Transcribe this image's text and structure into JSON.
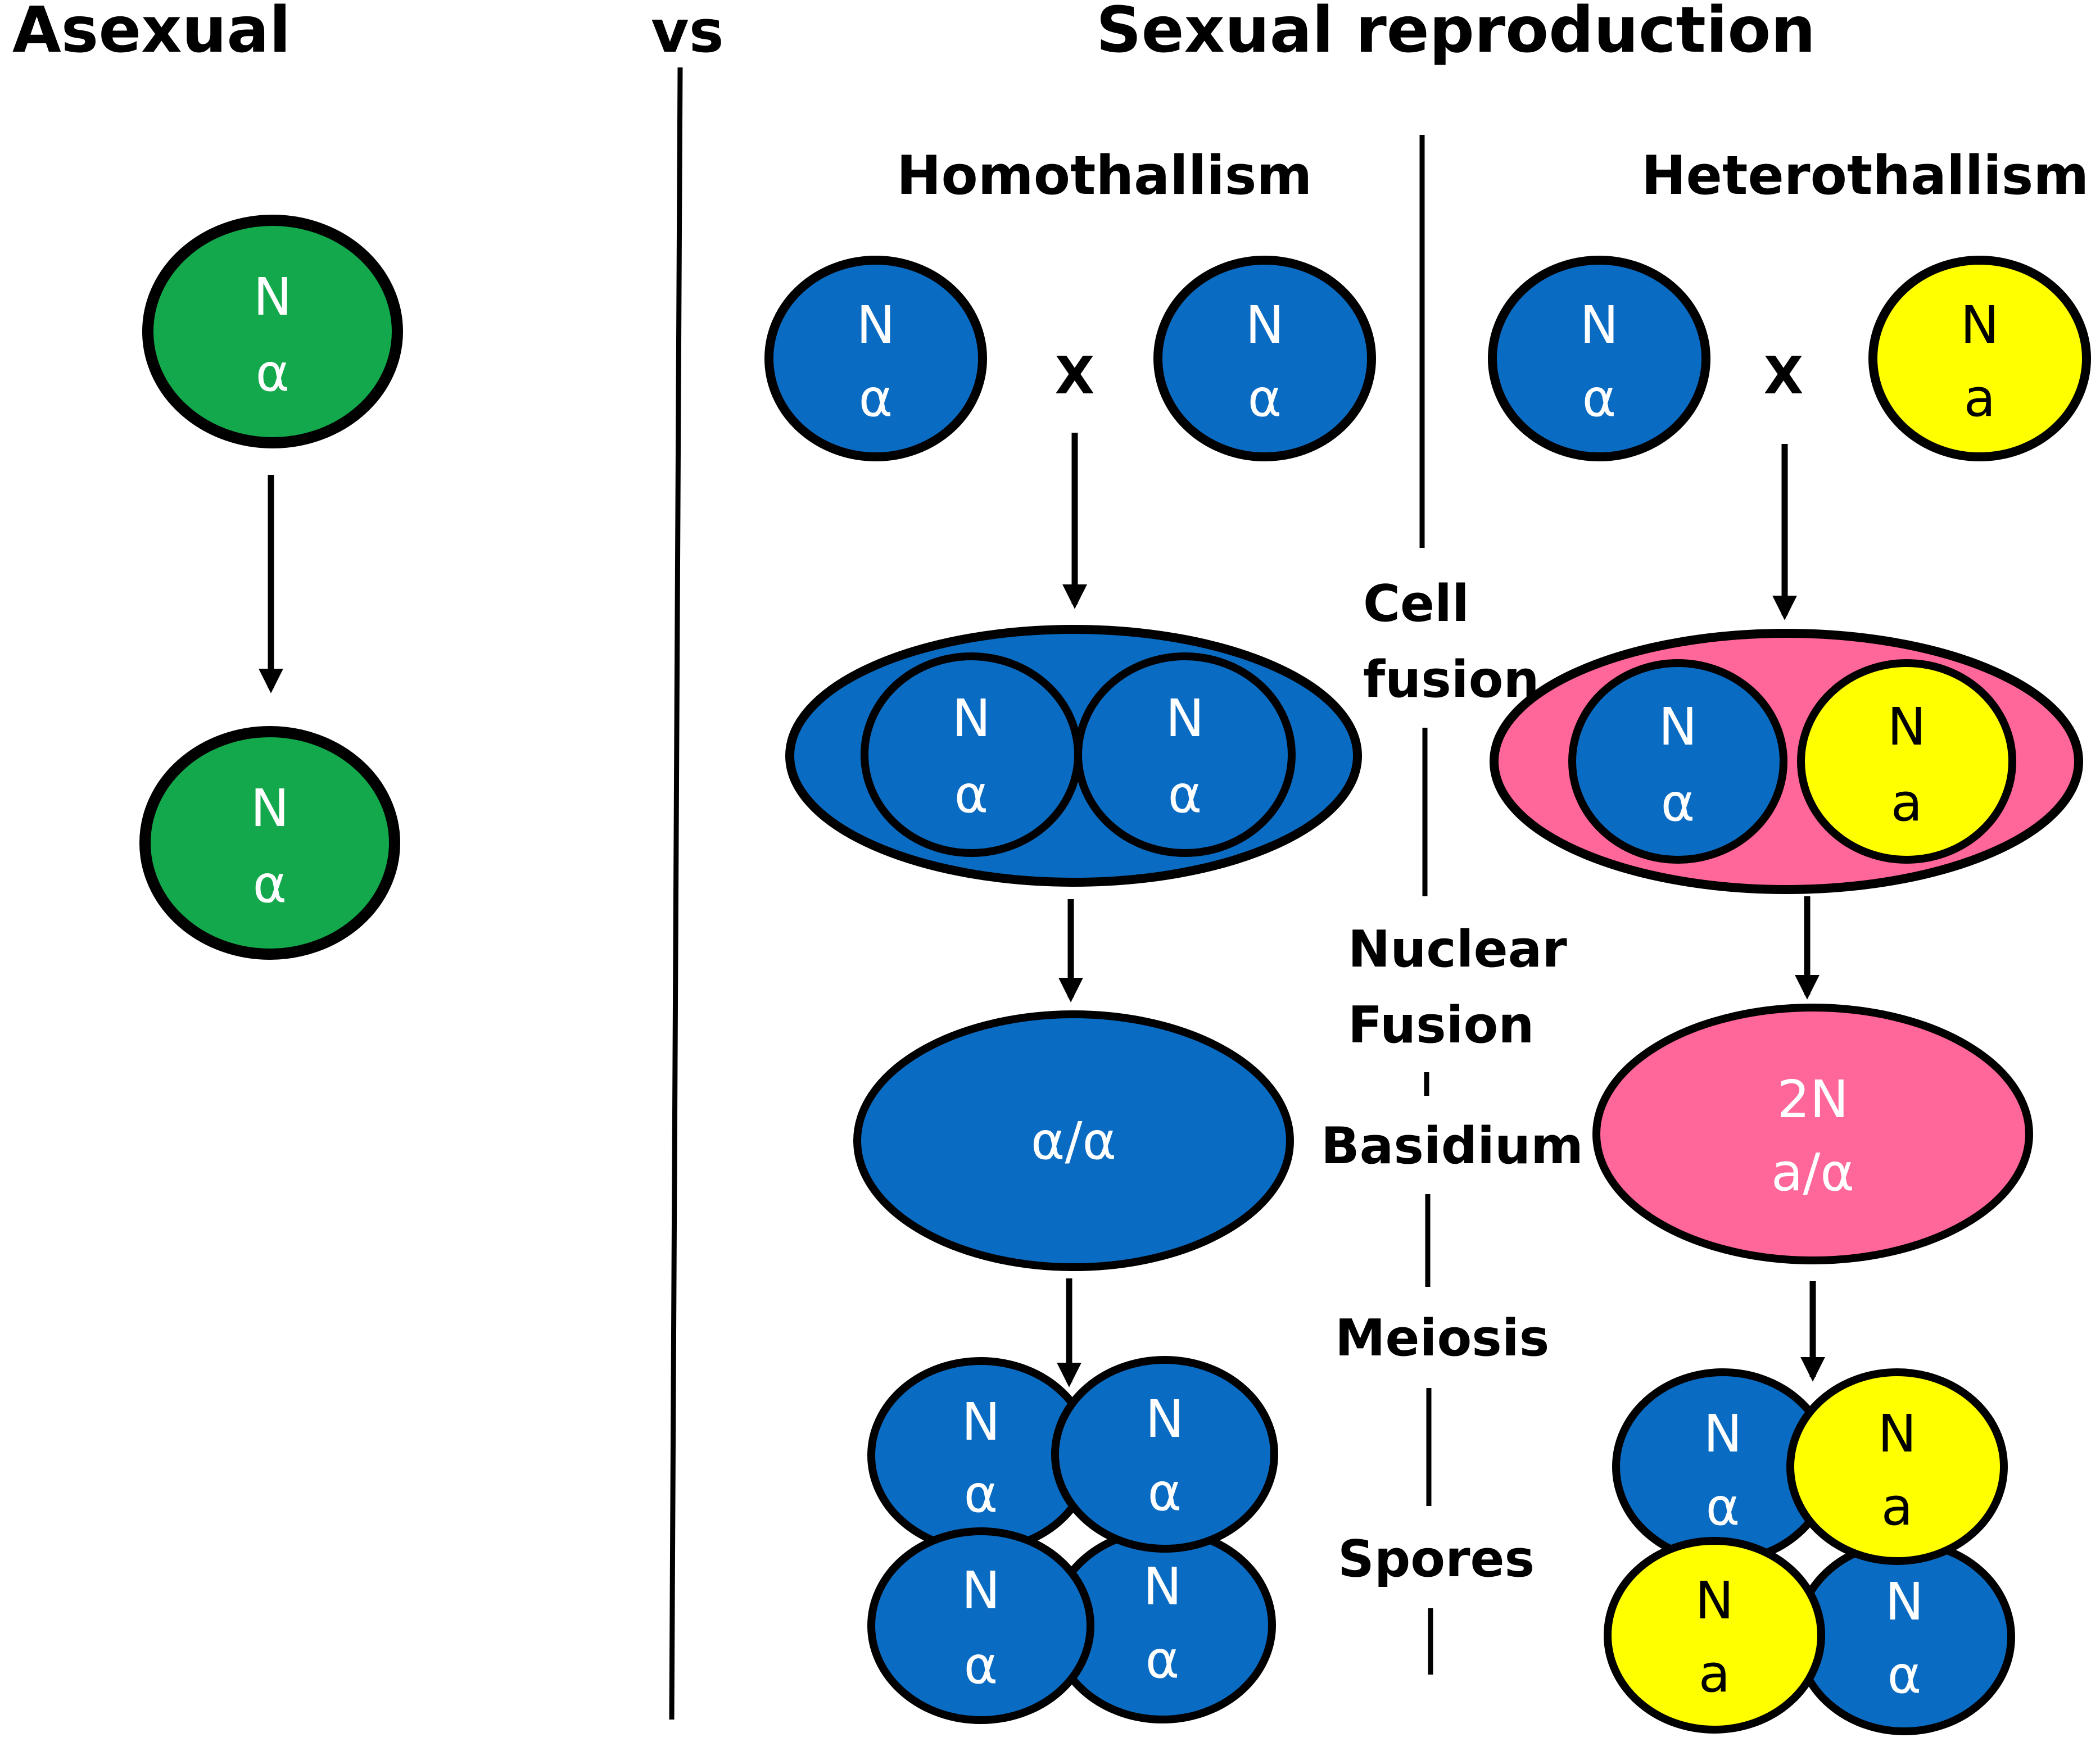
{
  "headings": {
    "asexual": "Asexual",
    "vs": "vs",
    "sexual": "Sexual reproduction",
    "homothallism": "Homothallism",
    "heterothallism": "Heterothallism"
  },
  "stages": {
    "cell_fusion": [
      "Cell",
      "fusion"
    ],
    "nuclear_fusion": [
      "Nuclear",
      "Fusion"
    ],
    "basidium": "Basidium",
    "meiosis": "Meiosis",
    "spores": "Spores"
  },
  "cross_symbol": "X",
  "labels": {
    "haploid": "N",
    "alpha": "α",
    "a": "a",
    "homo_diploid": "α/α",
    "hetero_ploidy": "2N",
    "hetero_diploid": "a/α"
  },
  "colors": {
    "green": "#12a84b",
    "blue": "#0a6bc2",
    "yellow": "#ffff00",
    "pink": "#ff6699",
    "outline": "#000000",
    "text_on_dark": "#ffffff",
    "text_on_light": "#000000"
  }
}
